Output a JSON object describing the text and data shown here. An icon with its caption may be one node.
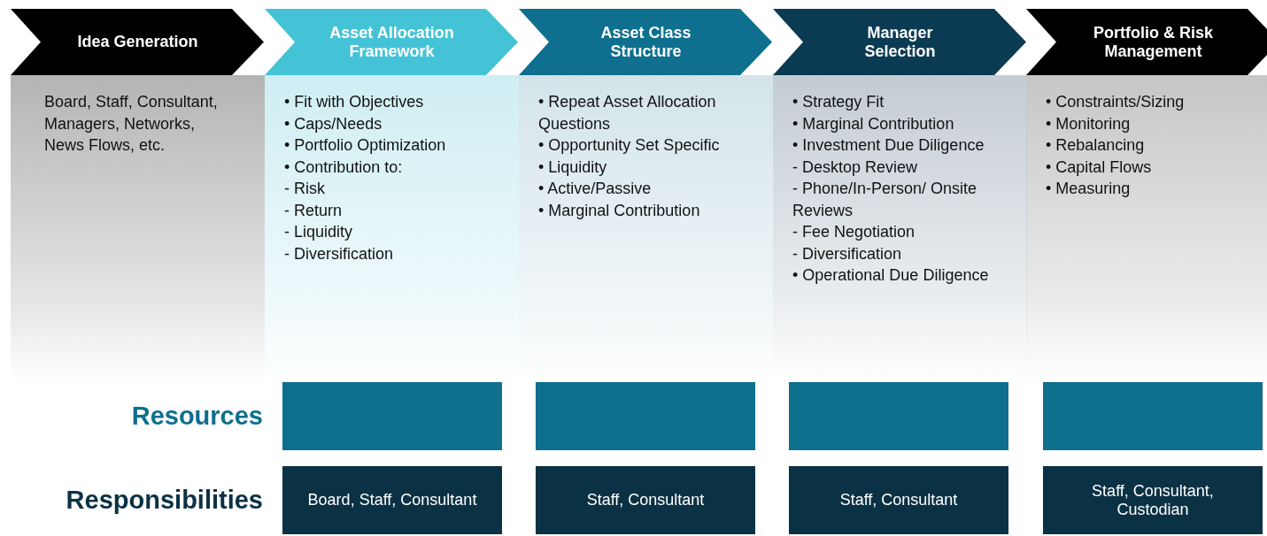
{
  "diagram": {
    "nodes": [
      {
        "text": [
          "Idea Generation"
        ]
      },
      {
        "text": [
          "Asset Allocation Framework"
        ]
      },
      {
        "text": [
          "Asset Class Structure"
        ]
      },
      {
        "text": [
          "Manager Selection"
        ]
      },
      {
        "text": [
          "Portfolio & Risk Management"
        ]
      },
      {
        "text": [
          "Board, Staff, Consultant, Managers, Networks, News Flows, etc."
        ]
      },
      {
        "text": [
          "• Fit with Objectives",
          "• Caps/Needs",
          "• Portfolio Optimization",
          "• Contribution to:",
          "- Risk",
          "- Return",
          "- Liquidity",
          "- Diversification"
        ]
      },
      {
        "text": [
          "• Repeat Asset Allocation Questions",
          "• Opportunity Set Specific",
          "• Liquidity",
          "• Active/Passive",
          "• Marginal Contribution"
        ]
      },
      {
        "text": [
          "• Strategy Fit",
          "• Marginal Contribution",
          "• Investment Due Diligence",
          "- Desktop Review",
          "- Phone/In-Person/ Onsite Reviews",
          "- Fee Negotiation",
          "- Diversification",
          "• Operational Due Diligence"
        ]
      },
      {
        "text": [
          "• Constraints/Sizing",
          "• Monitoring",
          "• Rebalancing",
          "• Capital Flows",
          "• Measuring"
        ]
      },
      {
        "text": [],
        "shape": "box"
      },
      {
        "text": [],
        "shape": "box"
      },
      {
        "text": [],
        "shape": "box"
      },
      {
        "text": [],
        "shape": "box"
      },
      {
        "text": [
          "Board, Staff, Consultant"
        ]
      },
      {
        "text": [
          "Staff, Consultant"
        ]
      },
      {
        "text": [
          "Staff, Consultant"
        ]
      },
      {
        "text": [
          "Staff, Consultant, Custodian"
        ]
      }
    ],
    "labels": [
      "Resources",
      "Responsibilities"
    ]
  }
}
